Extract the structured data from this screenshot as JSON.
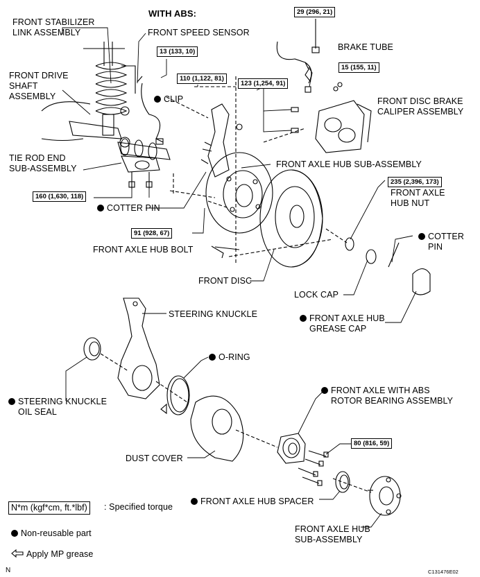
{
  "title": "WITH ABS:",
  "labels": {
    "stabilizer_link": [
      "FRONT STABILIZER",
      "LINK ASSEMBLY"
    ],
    "speed_sensor": "FRONT SPEED SENSOR",
    "drive_shaft": [
      "FRONT DRIVE",
      "SHAFT",
      "ASSEMBLY"
    ],
    "clip": "CLIP",
    "brake_tube": "BRAKE TUBE",
    "caliper": [
      "FRONT DISC BRAKE",
      "CALIPER ASSEMBLY"
    ],
    "tie_rod": [
      "TIE ROD END",
      "SUB-ASSEMBLY"
    ],
    "hub_sub_assembly_top": "FRONT AXLE HUB SUB-ASSEMBLY",
    "hub_nut": [
      "FRONT AXLE",
      "HUB NUT"
    ],
    "cotter_pin_left": "COTTER PIN",
    "cotter_pin_right": [
      "COTTER",
      "PIN"
    ],
    "hub_bolt": "FRONT AXLE HUB BOLT",
    "front_disc": "FRONT DISC",
    "lock_cap": "LOCK CAP",
    "grease_cap": [
      "FRONT AXLE HUB",
      "GREASE CAP"
    ],
    "steering_knuckle": "STEERING KNUCKLE",
    "o_ring": "O-RING",
    "oil_seal": [
      "STEERING KNUCKLE",
      "OIL SEAL"
    ],
    "bearing_assembly": [
      "FRONT AXLE WITH ABS",
      "ROTOR BEARING ASSEMBLY"
    ],
    "dust_cover": "DUST COVER",
    "hub_spacer": "FRONT AXLE HUB SPACER",
    "hub_sub_assembly_bottom": [
      "FRONT AXLE HUB",
      "SUB-ASSEMBLY"
    ]
  },
  "torques": {
    "t29": "29 (296, 21)",
    "t13": "13 (133, 10)",
    "t15": "15 (155, 11)",
    "t110": "110 (1,122, 81)",
    "t123": "123 (1,254, 91)",
    "t160": "160 (1,630, 118)",
    "t235": "235 (2,396, 173)",
    "t91": "91 (928, 67)",
    "t80": "80 (816, 59)"
  },
  "legend": {
    "torque_unit": "N*m (kgf*cm, ft.*lbf)",
    "torque_desc": ": Specified torque",
    "non_reusable": "Non-reusable part",
    "grease": "Apply MP grease"
  },
  "corner_left": "N",
  "figure_code": "C131476E02"
}
